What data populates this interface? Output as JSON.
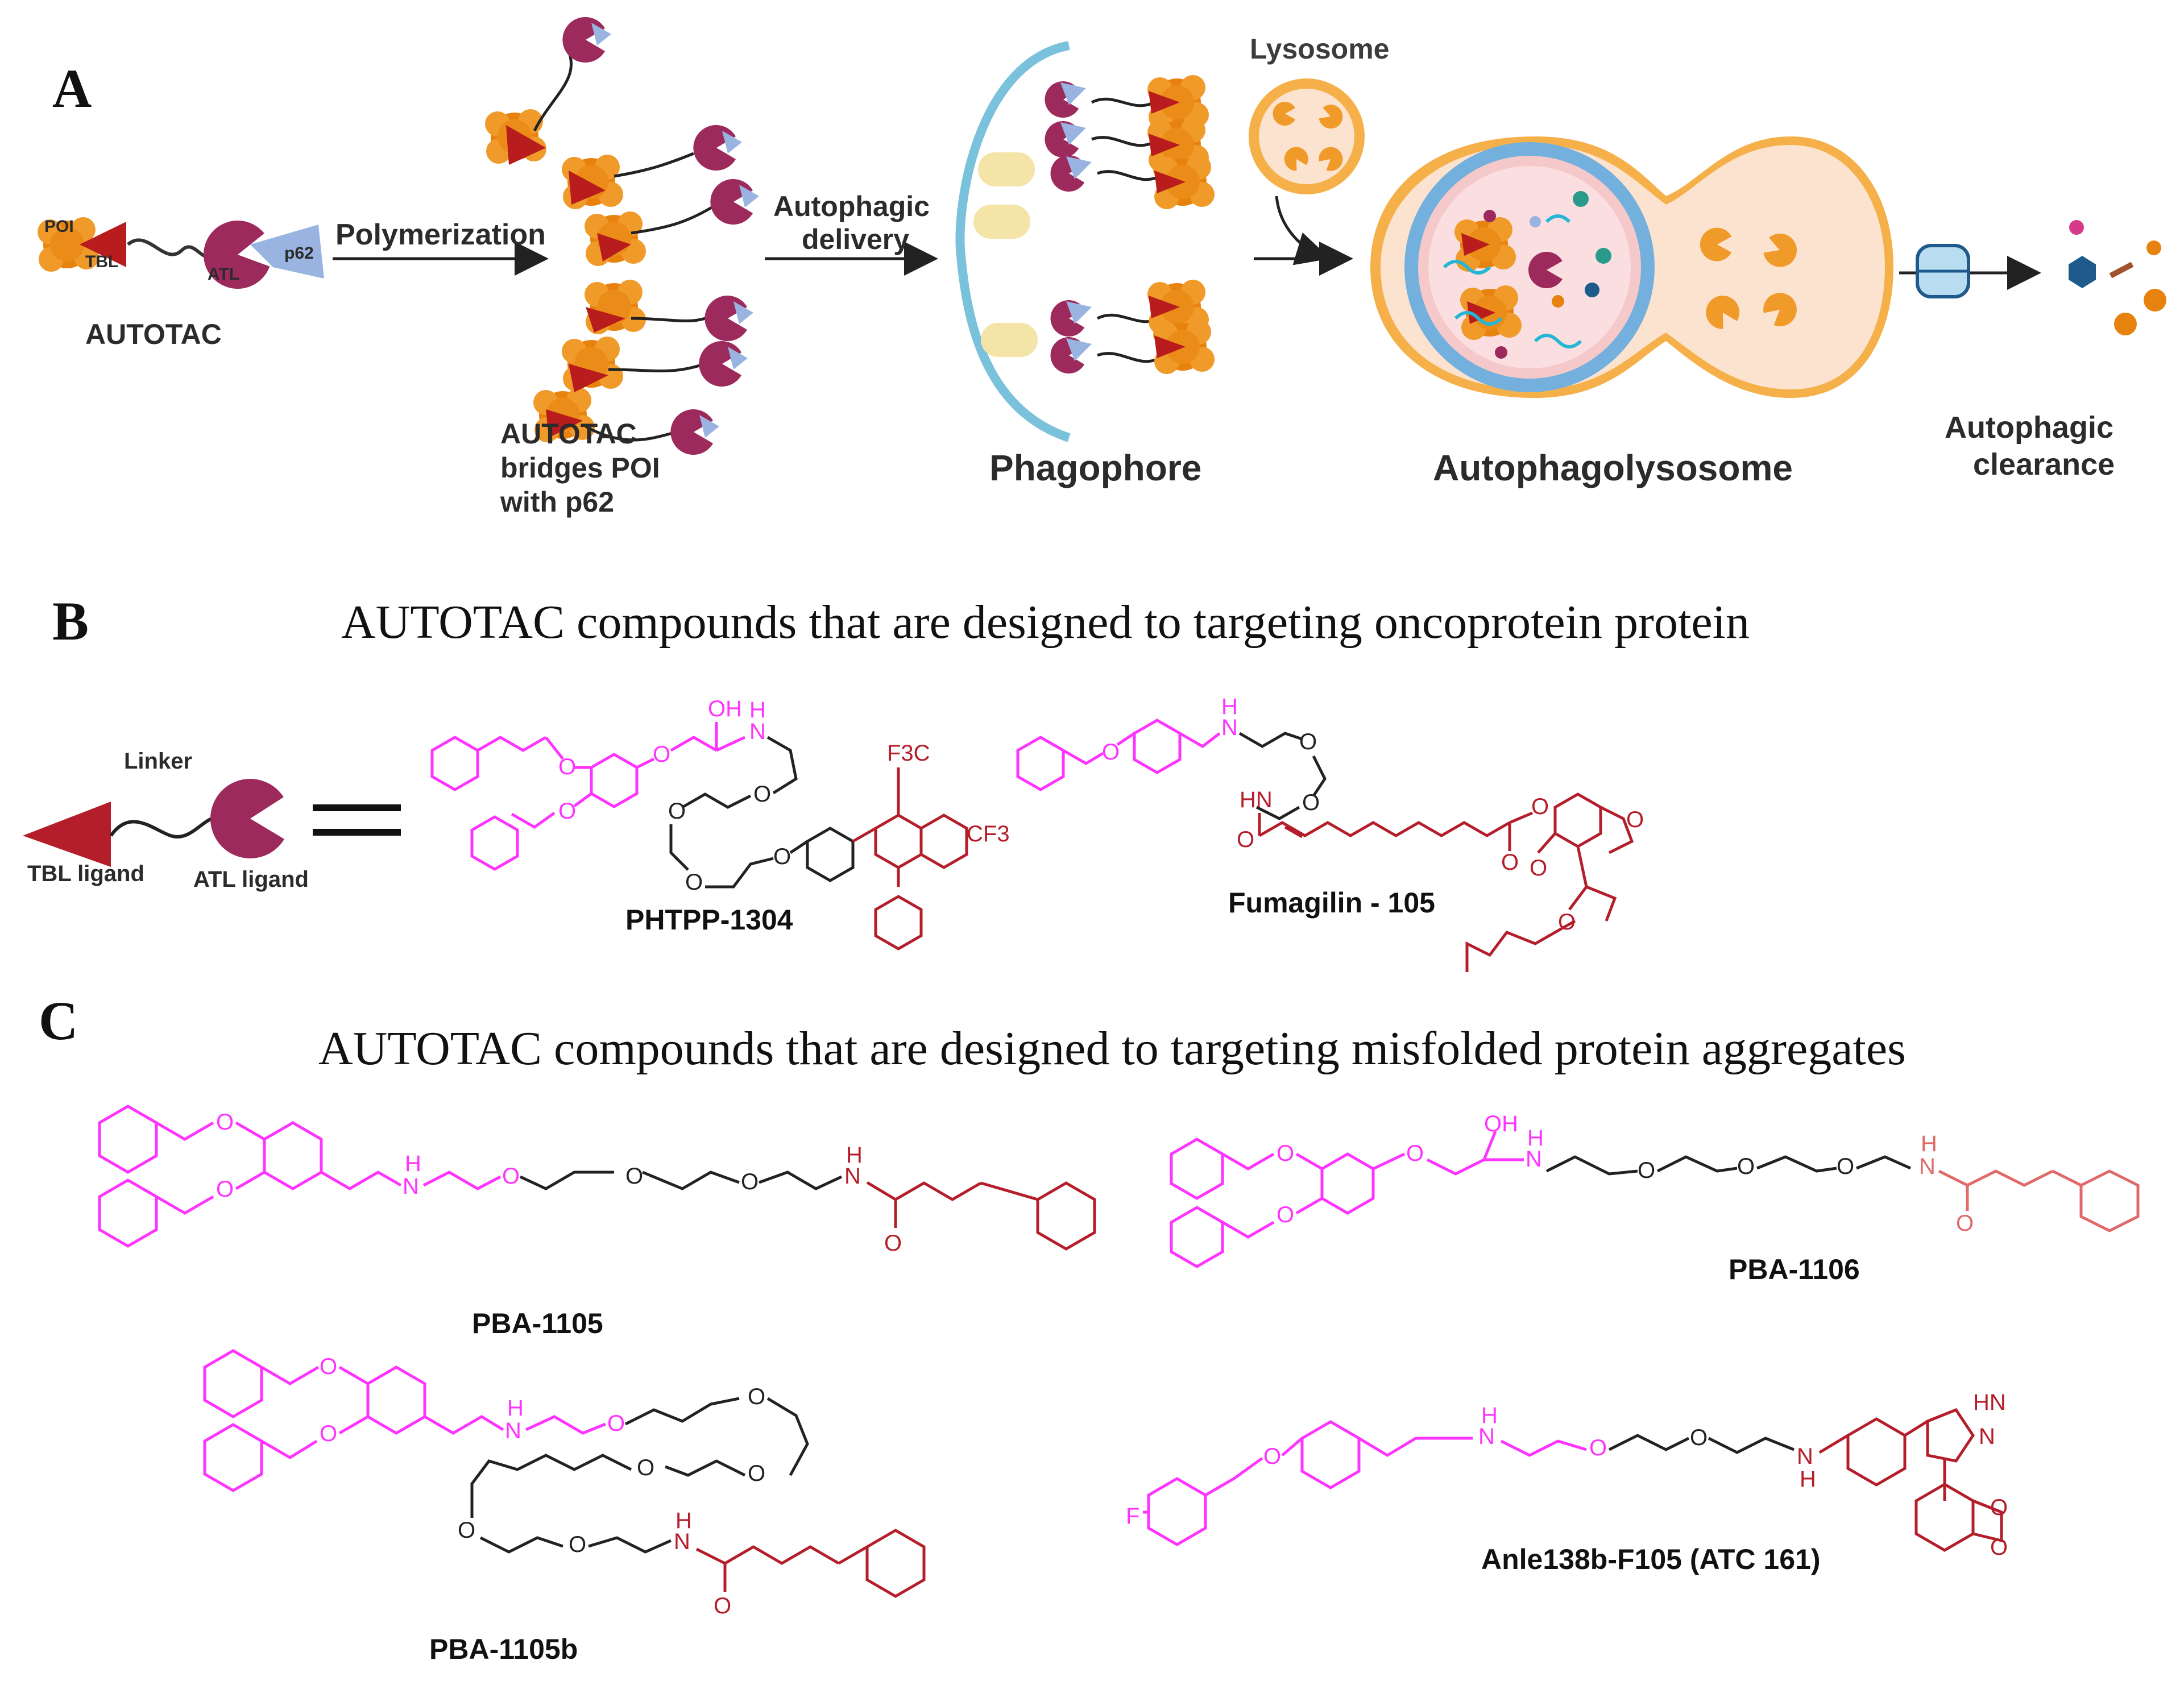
{
  "panel_a": {
    "letter": "A",
    "poi": "POI",
    "tbl": "TBL",
    "atl": "ATL",
    "p62": "p62",
    "autotac": "AUTOTAC",
    "polymerization": "Polymerization",
    "bridges_line1": "AUTOTAC",
    "bridges_line2": "bridges POI",
    "bridges_line3": "with p62",
    "delivery_line1": "Autophagic",
    "delivery_line2": "delivery",
    "lysosome": "Lysosome",
    "phagophore": "Phagophore",
    "autophagolysosome": "Autophagolysosome",
    "clearance_line1": "Autophagic",
    "clearance_line2": "clearance"
  },
  "panel_b": {
    "letter": "B",
    "title": "AUTOTAC compounds that are designed to targeting oncoprotein protein",
    "linker": "Linker",
    "tbl_ligand": "TBL ligand",
    "atl_ligand": "ATL ligand",
    "compound_1": "PHTPP-1304",
    "compound_2": "Fumagilin - 105"
  },
  "panel_c": {
    "letter": "C",
    "title": "AUTOTAC compounds that are designed to targeting misfolded protein aggregates",
    "compound_1": "PBA-1105",
    "compound_2": "PBA-1106",
    "compound_3": "PBA-1105b",
    "compound_4": "Anle138b-F105 (ATC 161)"
  },
  "atoms": {
    "o": "O",
    "h": "H",
    "n": "N",
    "oh": "OH",
    "f": "F",
    "hn": "HN",
    "f3c": "F3C",
    "cf3": "CF3"
  },
  "colors": {
    "atl_ligand": "#ff33ff",
    "tbl_ligand": "#b41e2a",
    "linker": "#222222",
    "poi": "#e8820e",
    "atl": "#9c2a5c",
    "p62": "#9ab4e2",
    "tbl_arrow": "#b81c1c",
    "phagophore": "#7ac1dc",
    "lysosome": "#f4b04a"
  }
}
